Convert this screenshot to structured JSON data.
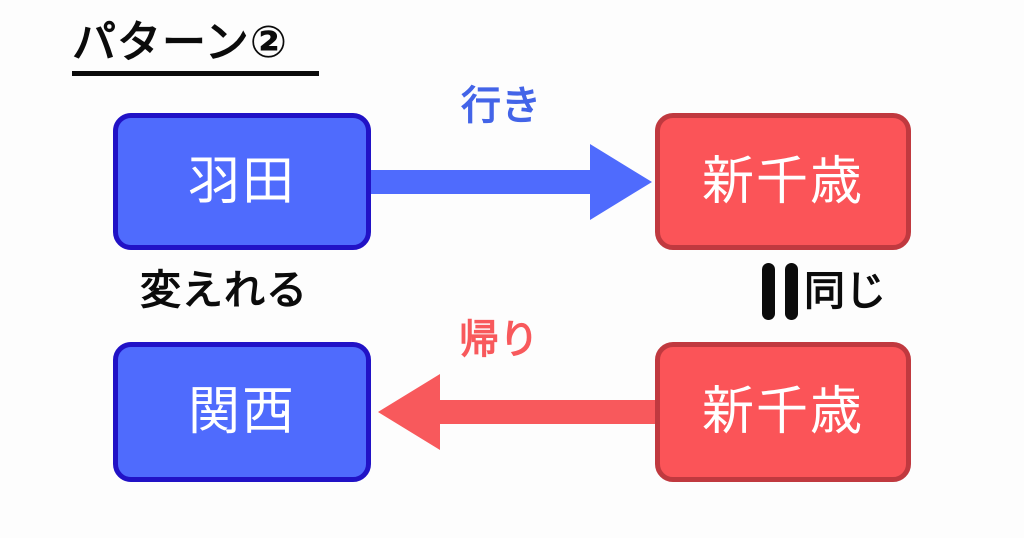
{
  "title": {
    "text": "パターン②"
  },
  "colors": {
    "background": "#fdfdfd",
    "blue_fill": "#4f6bfd",
    "blue_border": "#2112c6",
    "red_fill": "#fb5458",
    "red_border": "#c0393f",
    "outbound_arrow": "#4f6bfd",
    "outbound_label": "#4364e8",
    "return_arrow": "#f8595c",
    "return_label": "#f8595c",
    "text_dark": "#0b0b0b",
    "node_text": "#ffffff"
  },
  "nodes": [
    {
      "id": "haneda",
      "label": "羽田",
      "type": "origin-blue",
      "position": "top-left"
    },
    {
      "id": "chitose1",
      "label": "新千歳",
      "type": "destination-red",
      "position": "top-right"
    },
    {
      "id": "kansai",
      "label": "関西",
      "type": "origin-blue",
      "position": "bottom-left"
    },
    {
      "id": "chitose2",
      "label": "新千歳",
      "type": "destination-red",
      "position": "bottom-right"
    }
  ],
  "arrows": [
    {
      "id": "outbound",
      "label": "行き",
      "direction": "right",
      "color": "#4f6bfd",
      "from": "haneda",
      "to": "chitose1"
    },
    {
      "id": "return",
      "label": "帰り",
      "direction": "left",
      "color": "#f8595c",
      "from": "chitose2",
      "to": "kansai"
    }
  ],
  "annotations": {
    "changeable": "変えれる",
    "same": "同じ",
    "equals_symbol": "‖"
  }
}
